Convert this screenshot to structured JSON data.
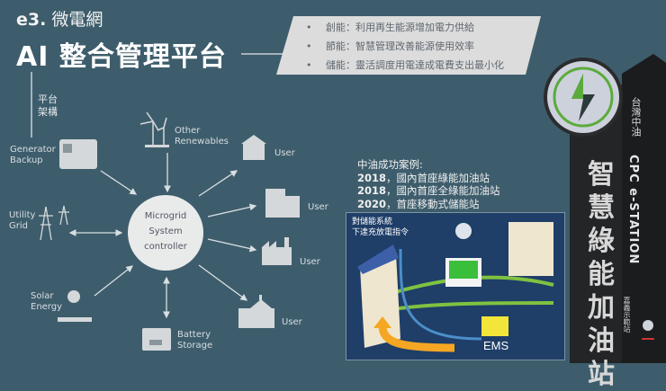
{
  "header": {
    "subtitle_prefix": "e3.",
    "subtitle": "微電網",
    "title": "AI 整合管理平台"
  },
  "benefits": [
    {
      "label": "創能",
      "text": "：利用再生能源增加電力供給"
    },
    {
      "label": "節能",
      "text": "：智慧管理改善能源使用效率"
    },
    {
      "label": "儲能",
      "text": "：靈活調度用電達成電費支出最小化"
    }
  ],
  "architecture_label": [
    "平台",
    "架構"
  ],
  "diagram": {
    "controller": [
      "Microgrid",
      "System",
      "controller"
    ],
    "nodes": {
      "generator": [
        "Generator",
        "Backup"
      ],
      "renewables": [
        "Other",
        "Renewables"
      ],
      "utility": [
        "Utility",
        "Grid"
      ],
      "solar": [
        "Solar",
        "Energy"
      ],
      "battery": [
        "Battery",
        "Storage"
      ],
      "user1": "User",
      "user2": "User",
      "user3": "User",
      "user4": "User"
    }
  },
  "cases": {
    "heading": "中油成功案例:",
    "items": [
      {
        "year": "2018",
        "text": "，國內首座綠能加油站"
      },
      {
        "year": "2018",
        "text": "，國內首座全綠能加油站"
      },
      {
        "year": "2020",
        "text": "，首座移動式儲能站"
      }
    ],
    "photo_note": [
      "對儲能系統",
      "下達充放電指令"
    ],
    "photo_ems": "EMS"
  },
  "sign": {
    "company": "台灣中油",
    "brand": "CPC e-STATION",
    "name": "智慧綠能加油站",
    "location": "嘉義示範站"
  },
  "colors": {
    "background": "#3e5d6c",
    "panel": "#dcdcdc",
    "accent_green": "#5bab3c",
    "ems_orange": "#f5a623"
  }
}
